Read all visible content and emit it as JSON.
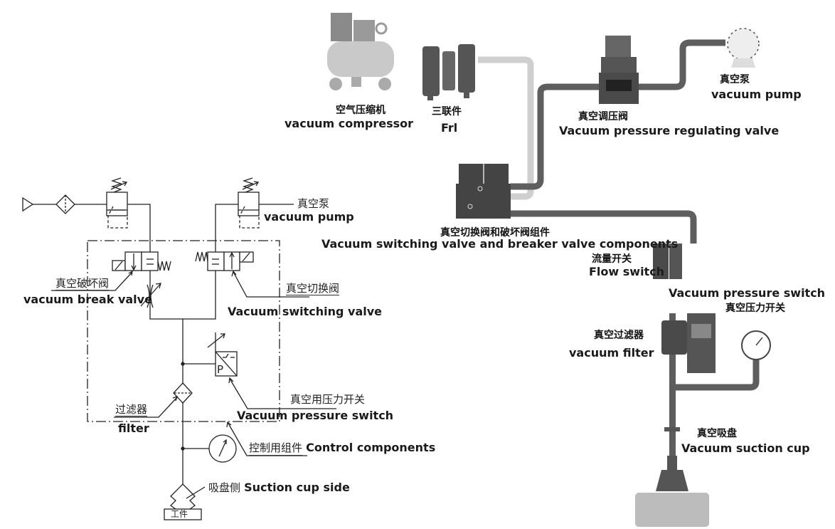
{
  "schematic": {
    "break_valve_cn": "真空破坏阀",
    "break_valve_en": "vacuum break valve",
    "switching_valve_cn": "真空切换阀",
    "switching_valve_en": "Vacuum switching valve",
    "pump_cn": "真空泵",
    "pump_en": "vacuum pump",
    "assembly_en": "Vacuum switching valve and breaker valve components",
    "pressure_switch_cn": "真空用压力开关",
    "pressure_switch_en": "Vacuum pressure switch",
    "pressure_switch_symbol": "P",
    "filter_cn": "过滤器",
    "filter_en": "filter",
    "control_cn": "控制用组件",
    "control_en": "Control components",
    "suction_cn": "吸盘侧",
    "suction_en": "Suction cup side",
    "workpiece": "工件"
  },
  "pictorial": {
    "compressor_cn": "空气压缩机",
    "compressor_en": "vacuum compressor",
    "frl_cn": "三联件",
    "frl_en": "Frl",
    "regulator_cn": "真空调压阀",
    "regulator_en": "Vacuum pressure regulating valve",
    "pump_cn": "真空泵",
    "pump_en": "vacuum pump",
    "assembly_cn": "真空切换阀和破坏阀组件",
    "flow_switch_cn": "流量开关",
    "flow_switch_en": "Flow switch",
    "pressure_switch_en": "Vacuum pressure switch",
    "pressure_switch_cn": "真空压力开关",
    "filter_cn": "真空过滤器",
    "filter_en": "vacuum filter",
    "suction_cup_cn": "真空吸盘",
    "suction_cup_en": "Vacuum suction cup"
  },
  "colors": {
    "line": "#222222",
    "dark_component": "#4a4a4a",
    "pipe_dark": "#5a5a5a",
    "pipe_light": "#cfcfcf"
  }
}
